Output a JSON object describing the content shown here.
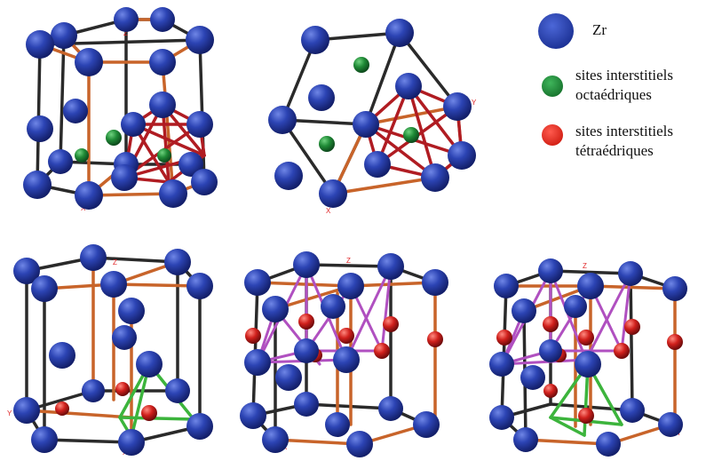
{
  "legend": {
    "zr": {
      "label": "Zr",
      "color": "#1f3aa6"
    },
    "octa": {
      "line1": "sites interstitiels",
      "line2": "octaédriques",
      "color": "#1e8a35"
    },
    "tetra": {
      "line1": "sites interstitiels",
      "line2": "tétraédriques",
      "color": "#e3261d"
    }
  },
  "axis_labels": {
    "x": "X",
    "y": "Y",
    "z": "Z"
  },
  "colors": {
    "zr_atom": "#1f3aa6",
    "octa_site": "#1e8a35",
    "tetra_site": "#c81d1d",
    "bond_black": "#2a2a2a",
    "bond_orange": "#c8642a",
    "bond_red": "#b01c22",
    "bond_purple": "#b050c0",
    "bond_green": "#3cb43c",
    "axis_red": "#e0282a"
  },
  "panels": [
    {
      "id": "top-left",
      "kind": "hcp-octahedral"
    },
    {
      "id": "top-middle",
      "kind": "hcp-octahedral-topview"
    },
    {
      "id": "bottom-left",
      "kind": "hcp-tetra-single"
    },
    {
      "id": "bottom-middle",
      "kind": "hcp-tetra-all"
    },
    {
      "id": "bottom-right",
      "kind": "hcp-tetra-all-highlight"
    }
  ]
}
